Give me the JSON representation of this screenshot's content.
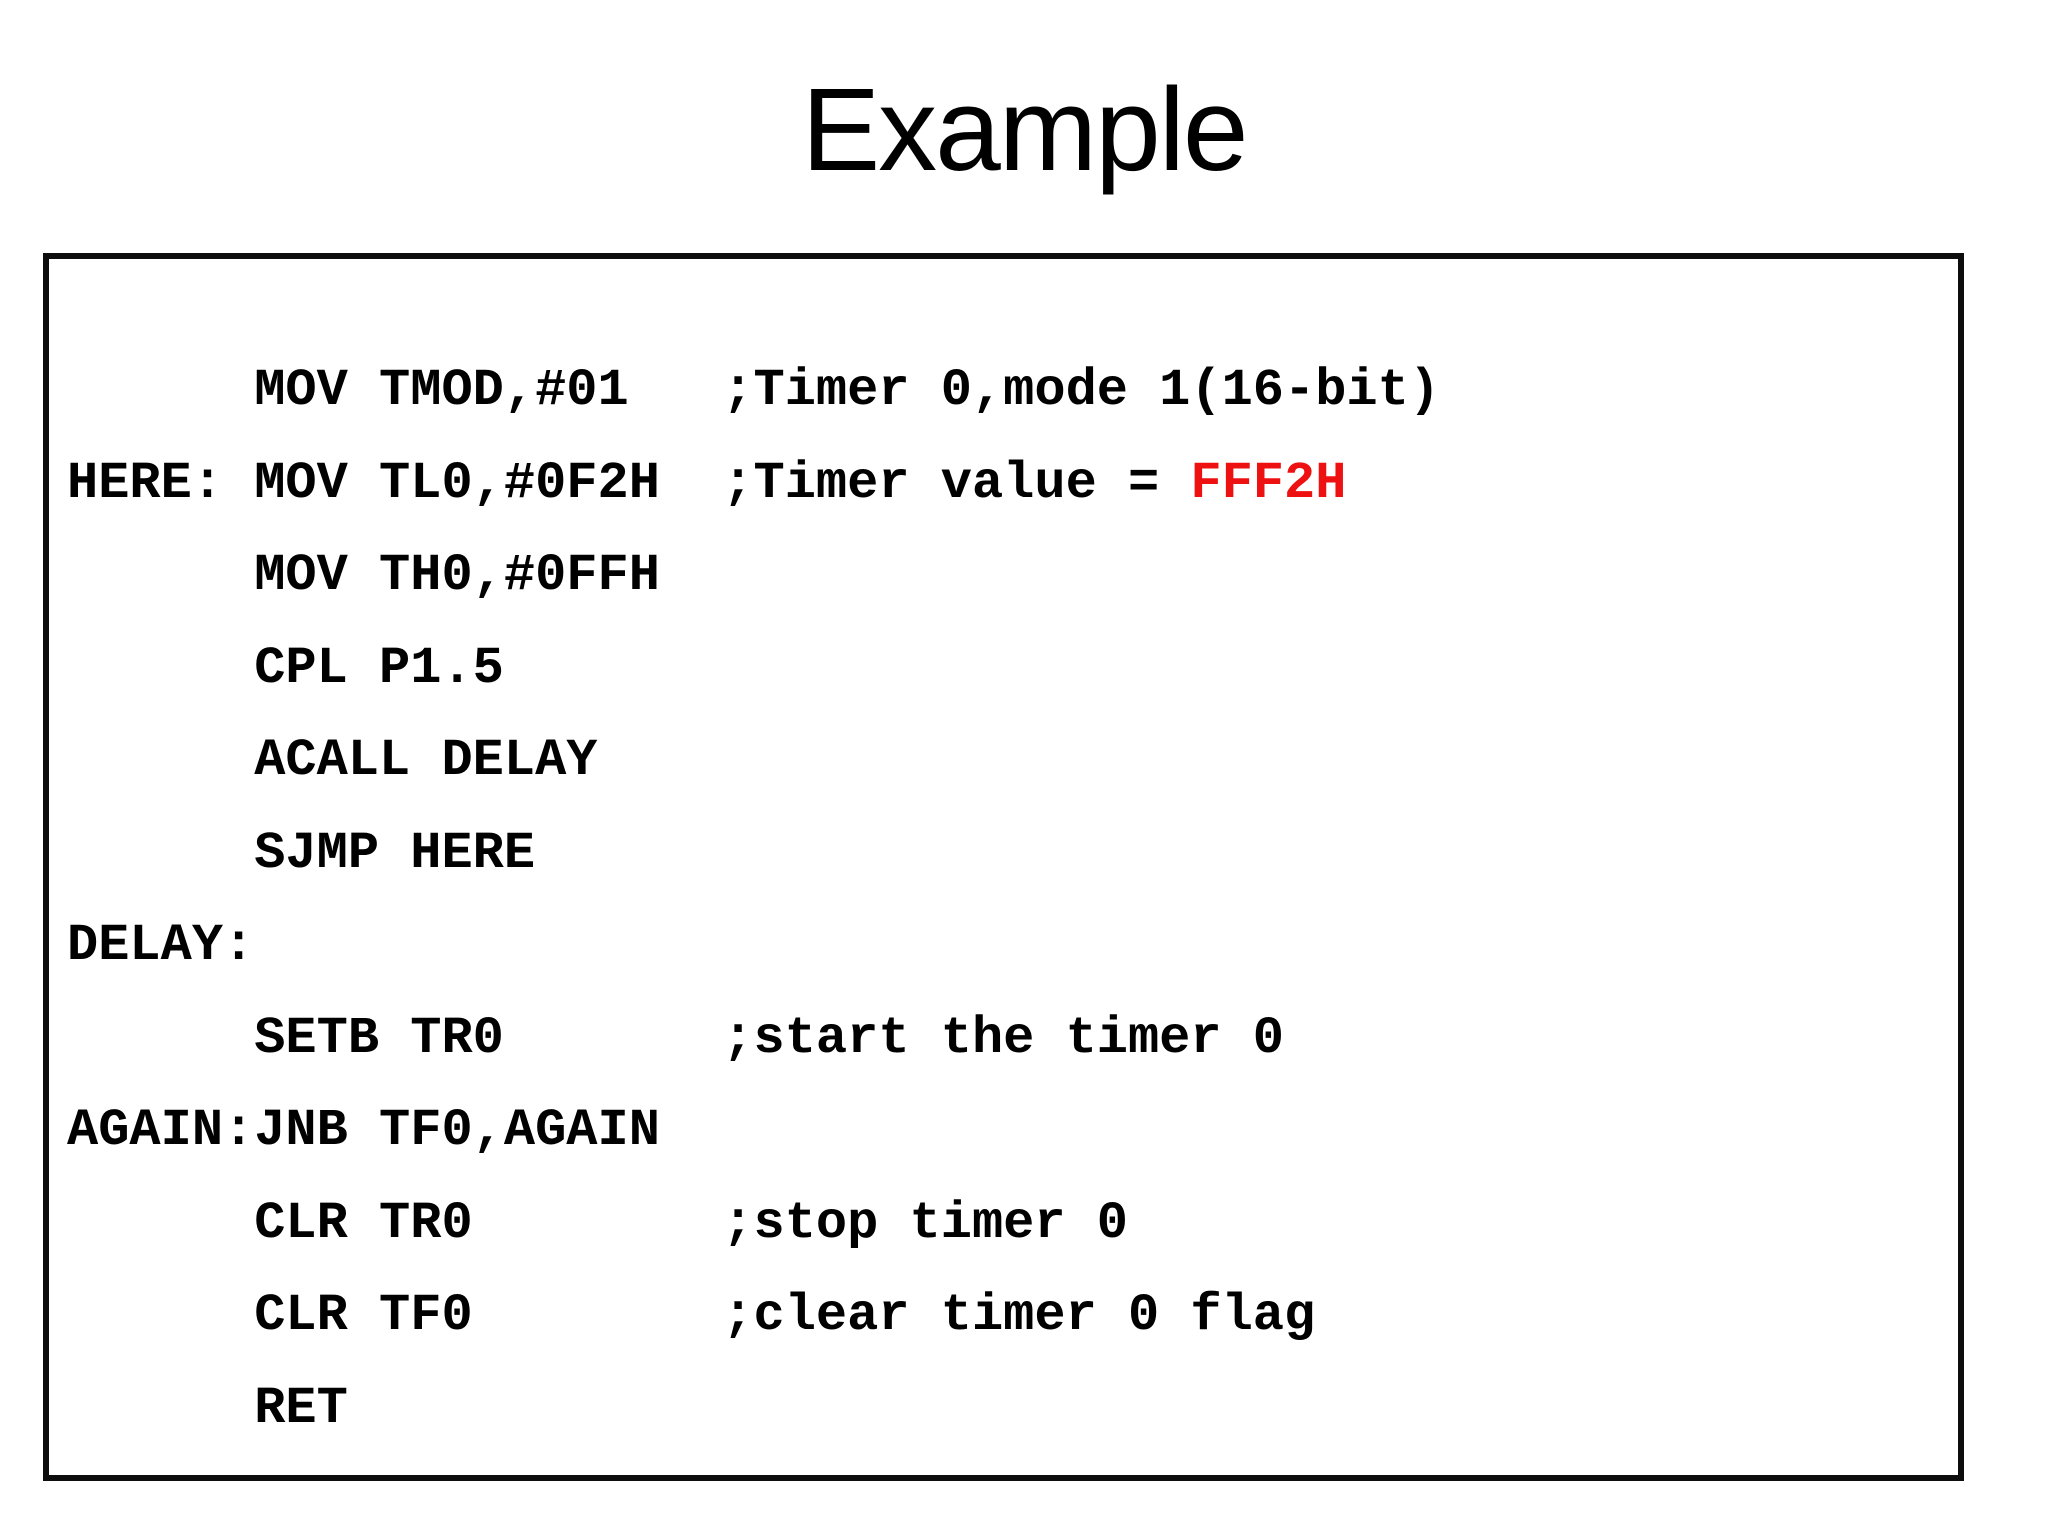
{
  "slide": {
    "title": "Example",
    "background_color": "#ffffff",
    "text_color": "#000000",
    "accent_color": "#ee1111",
    "box_border_color": "#0d0d0d"
  },
  "code": {
    "language": "8051-assembly",
    "lines": [
      {
        "segments": [
          {
            "text": "      MOV TMOD,#01   ;Timer 0,mode 1(16-bit)",
            "color": "default"
          }
        ]
      },
      {
        "segments": [
          {
            "text": "HERE: MOV TL0,#0F2H  ;Timer value = ",
            "color": "default"
          },
          {
            "text": "FFF2H",
            "color": "accent"
          }
        ]
      },
      {
        "segments": [
          {
            "text": "      MOV TH0,#0FFH",
            "color": "default"
          }
        ]
      },
      {
        "segments": [
          {
            "text": "      CPL P1.5",
            "color": "default"
          }
        ]
      },
      {
        "segments": [
          {
            "text": "      ACALL DELAY",
            "color": "default"
          }
        ]
      },
      {
        "segments": [
          {
            "text": "      SJMP HERE",
            "color": "default"
          }
        ]
      },
      {
        "segments": [
          {
            "text": "DELAY:",
            "color": "default"
          }
        ]
      },
      {
        "segments": [
          {
            "text": "      SETB TR0       ;start the timer 0",
            "color": "default"
          }
        ]
      },
      {
        "segments": [
          {
            "text": "AGAIN:JNB TF0,AGAIN",
            "color": "default"
          }
        ]
      },
      {
        "segments": [
          {
            "text": "      CLR TR0        ;stop timer 0",
            "color": "default"
          }
        ]
      },
      {
        "segments": [
          {
            "text": "      CLR TF0        ;clear timer 0 flag",
            "color": "default"
          }
        ]
      },
      {
        "segments": [
          {
            "text": "      RET",
            "color": "default"
          }
        ]
      }
    ]
  }
}
